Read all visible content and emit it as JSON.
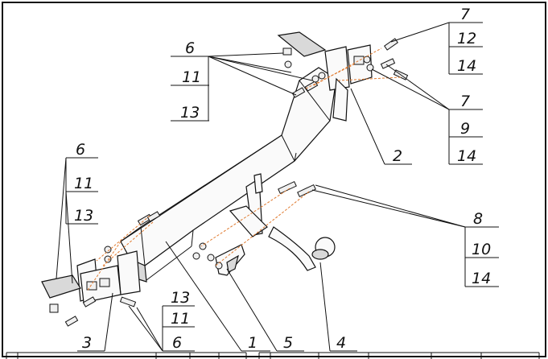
{
  "callouts": {
    "c6_top": "6",
    "c11_top": "11",
    "c13_top": "13",
    "c7_a": "7",
    "c12": "12",
    "c14_a": "14",
    "c7_b": "7",
    "c9": "9",
    "c14_b": "14",
    "c2": "2",
    "c6_left": "6",
    "c11_left": "11",
    "c13_left": "13",
    "c8": "8",
    "c10": "10",
    "c14_c": "14",
    "c13_bottom": "13",
    "c11_bottom": "11",
    "c6_bottom": "6",
    "c3": "3",
    "c1": "1",
    "c5": "5",
    "c4": "4"
  },
  "colors": {
    "line": "#111111",
    "reference": "#e07a2f",
    "border": "#111111"
  }
}
